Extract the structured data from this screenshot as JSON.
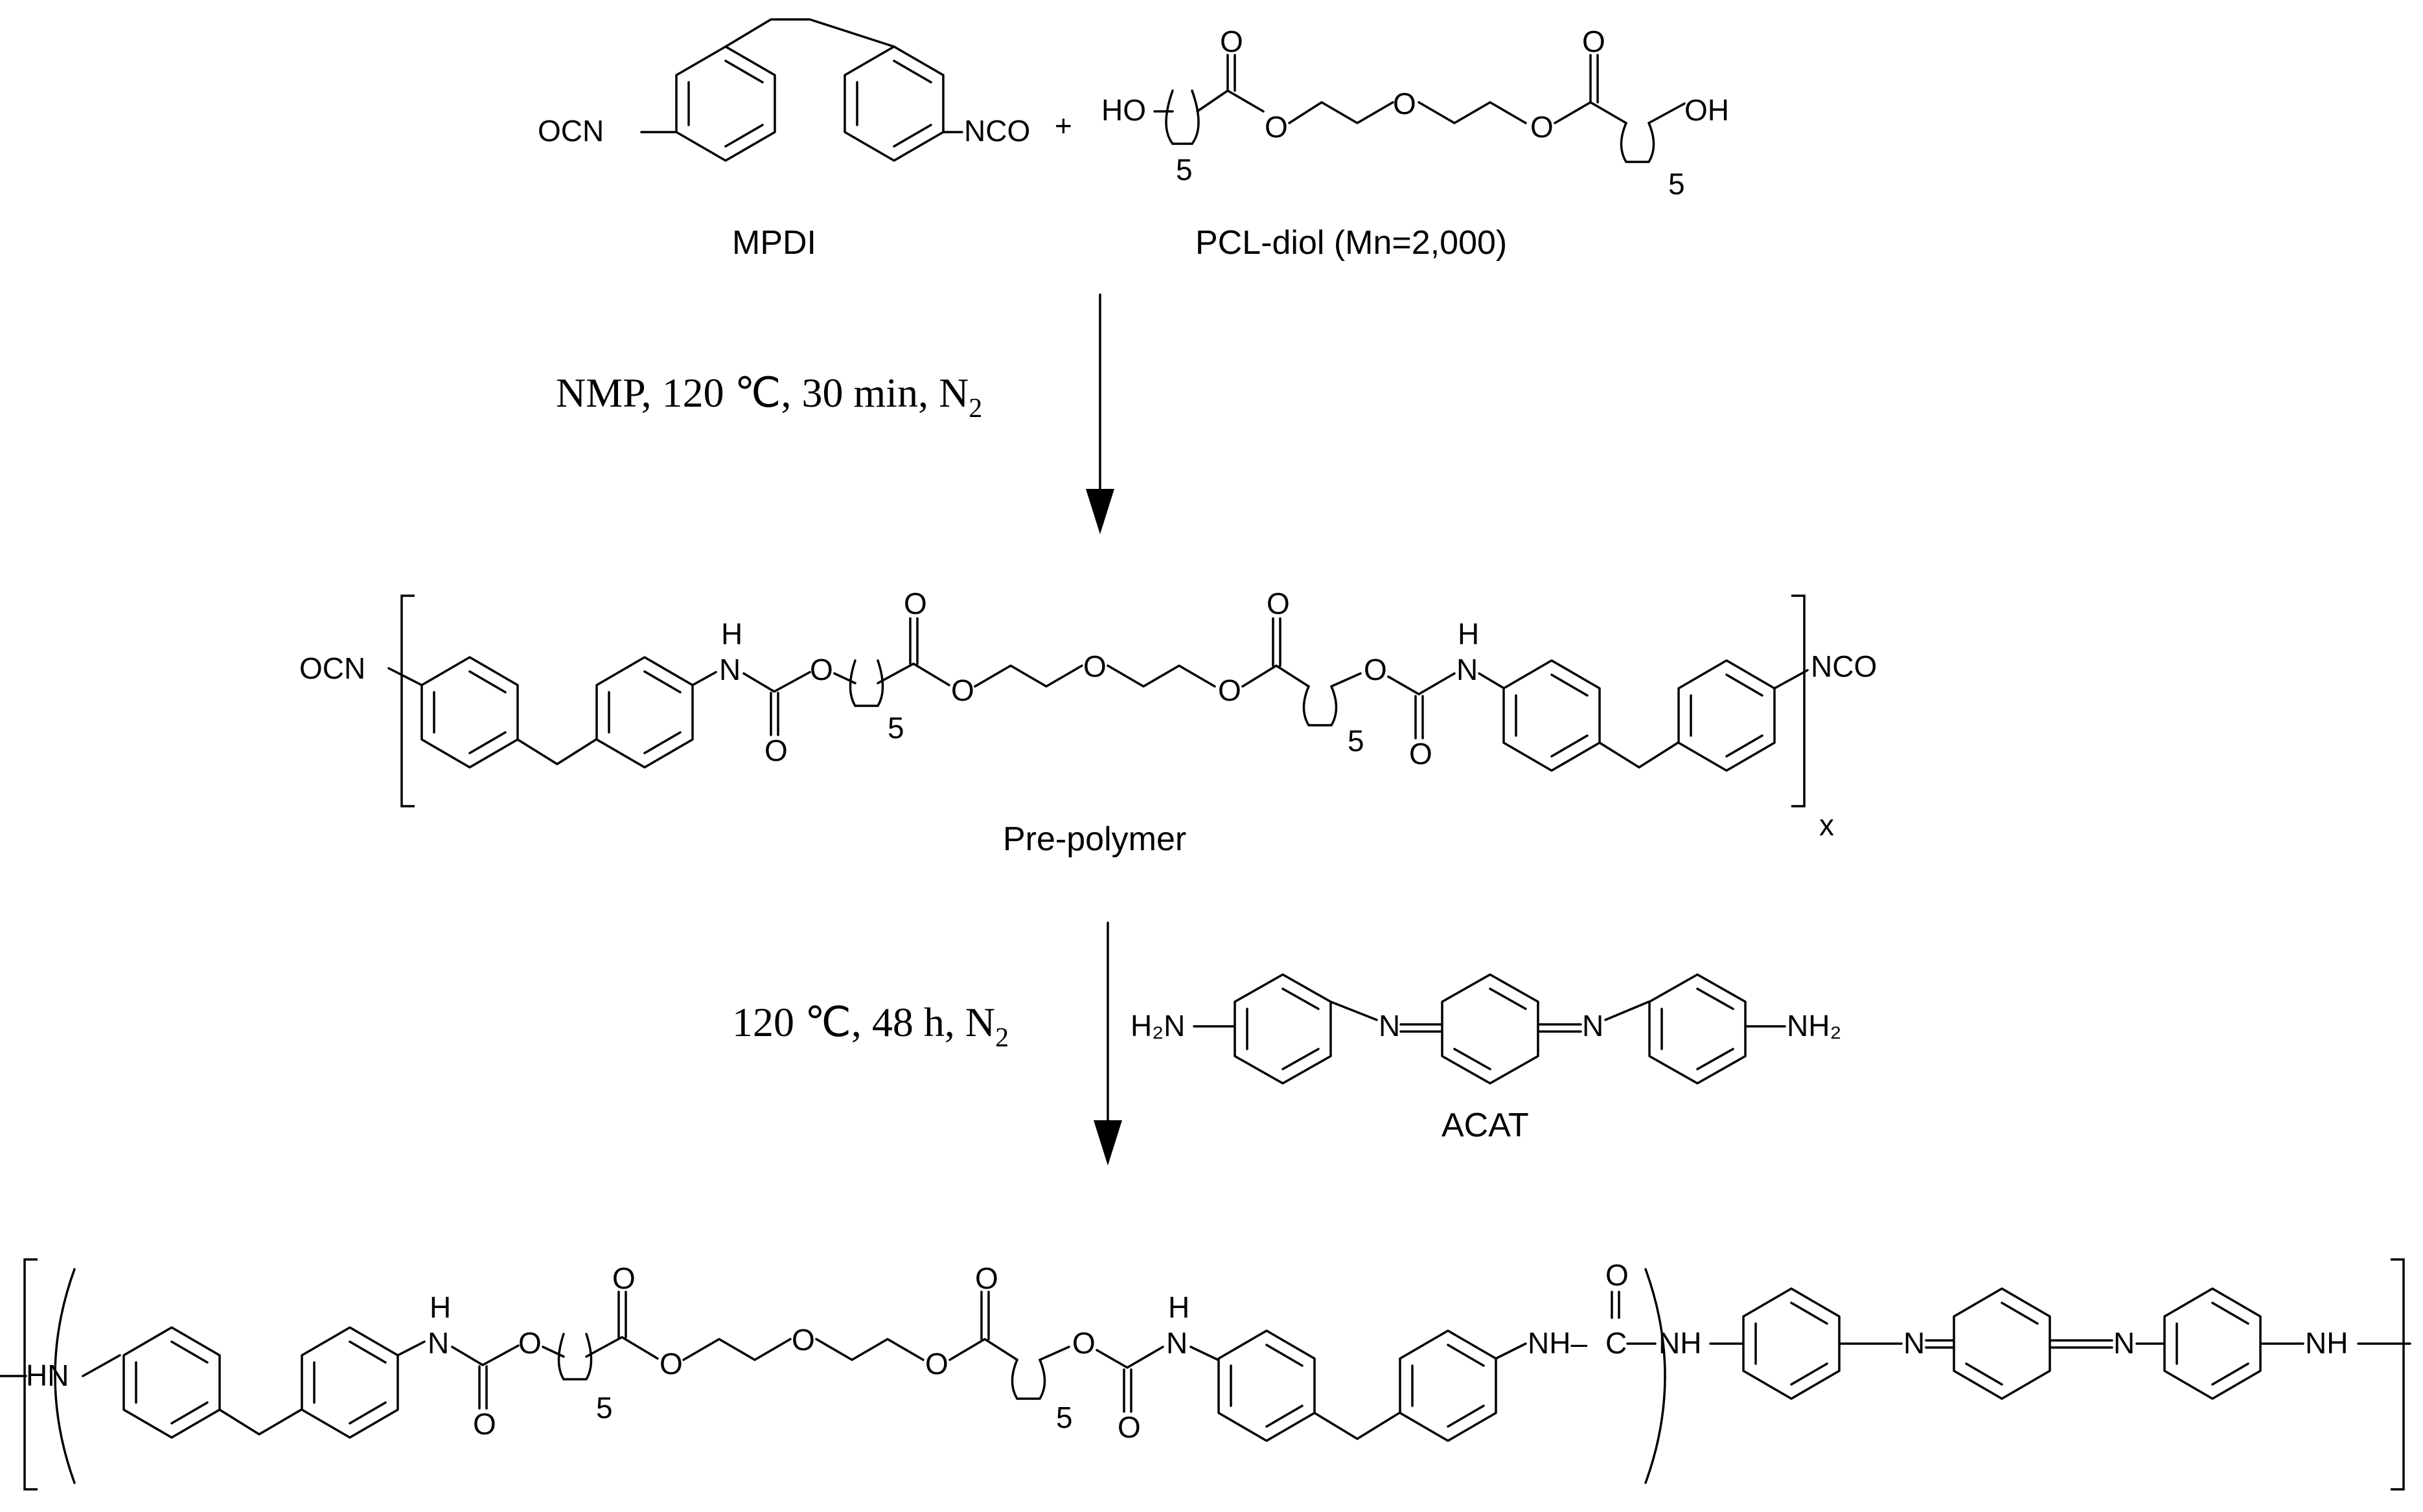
{
  "labels": {
    "mpdi": "MPDI",
    "pcl_diol": "PCL-diol (Mn=2,000)",
    "prepolymer": "Pre-polymer",
    "acat": "ACAT",
    "plus": "+"
  },
  "conditions": {
    "step1_text": "NMP, 120 ℃, 30 min, N",
    "step1_sub": "2",
    "step2_text": "120 ℃, 48 h, N",
    "step2_sub": "2"
  },
  "atoms": {
    "ocn": "OCN",
    "nco": "NCO",
    "ho": "HO",
    "oh": "OH",
    "o": "O",
    "h": "H",
    "n": "N",
    "hn": "HN",
    "nh": "NH",
    "nh_dash": "NH–",
    "c": "C",
    "h2n": "H₂N",
    "nh2": "NH₂",
    "five": "5",
    "x": "x"
  }
}
